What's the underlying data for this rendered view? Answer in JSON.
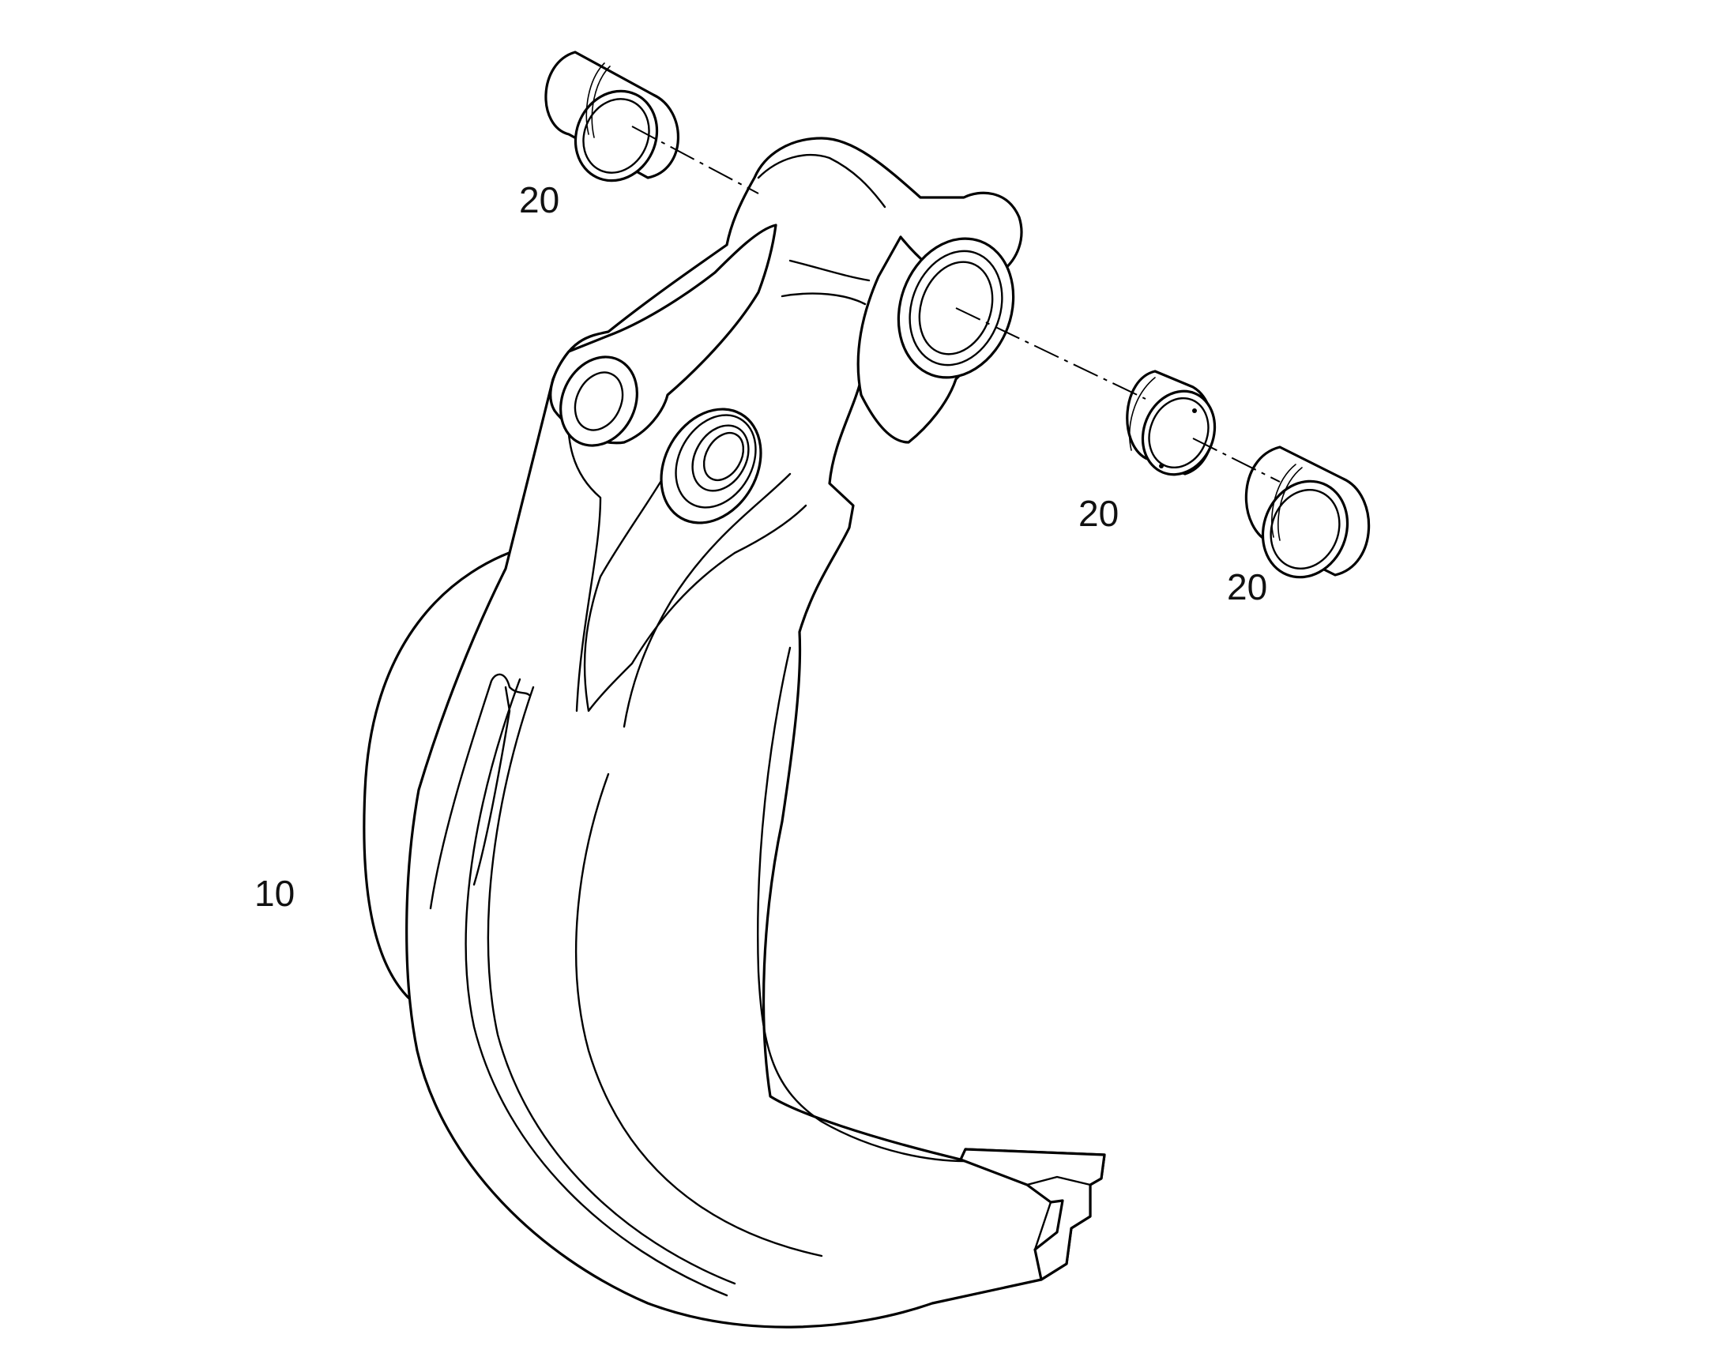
{
  "diagram": {
    "callouts": {
      "bushing_top_left": "20",
      "bushing_middle": "20",
      "bushing_right": "20",
      "bucket": "10"
    },
    "colors": {
      "line": "#000000",
      "background": "#ffffff"
    }
  }
}
